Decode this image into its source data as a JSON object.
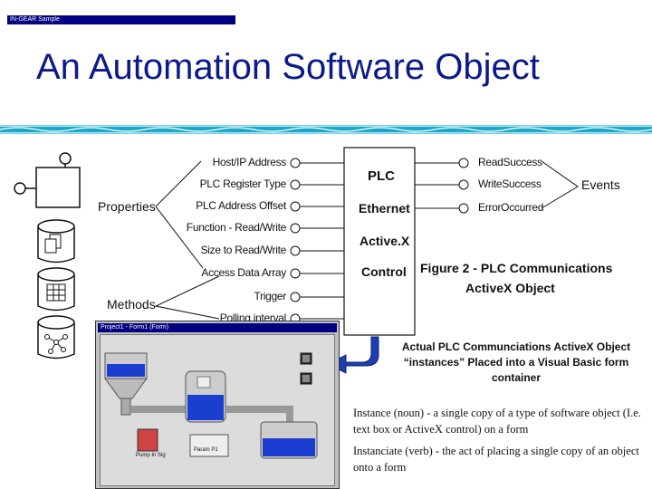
{
  "slide": {
    "title": "An Automation Software Object"
  },
  "diagram": {
    "properties_label": "Properties",
    "methods_label": "Methods",
    "events_label": "Events",
    "properties": [
      "Host/IP Address",
      "PLC Register Type",
      "PLC Address Offset",
      "Function - Read/Write",
      "Size to Read/Write",
      "Access Data Array"
    ],
    "methods": [
      "Trigger",
      "Polling interval"
    ],
    "events": [
      "ReadSuccess",
      "WriteSuccess",
      "ErrorOccurred"
    ],
    "plc_box": [
      "PLC",
      "Ethernet",
      "Active.X",
      "Control"
    ],
    "figure_caption": [
      "Figure 2 - PLC Communications",
      "ActiveX Object"
    ],
    "icons": [
      "object-box-icon",
      "documents-icon",
      "table-icon",
      "network-icon"
    ],
    "colors": {
      "title": "#0b1a8a",
      "stripe": "#1ea7c8",
      "arrow": "#1e3fae",
      "highlight": "#1e3fae"
    }
  },
  "annotation": {
    "caption": "Actual PLC Communciations ActiveX Object “instances” Placed into a Visual Basic form container",
    "instance_def": "Instance (noun) - a single copy of a type of software object (I.e. text box or ActiveX control) on a form",
    "instantiate_def": "Instanciate (verb) - the act of placing a single copy of an object onto a form"
  },
  "screenshot": {
    "window_title": "Project1 - Form1 (Form)",
    "inner_title": "IN-GEAR Sample",
    "tag_left": "Pump In Sig",
    "tag_mid": "Param P1"
  }
}
